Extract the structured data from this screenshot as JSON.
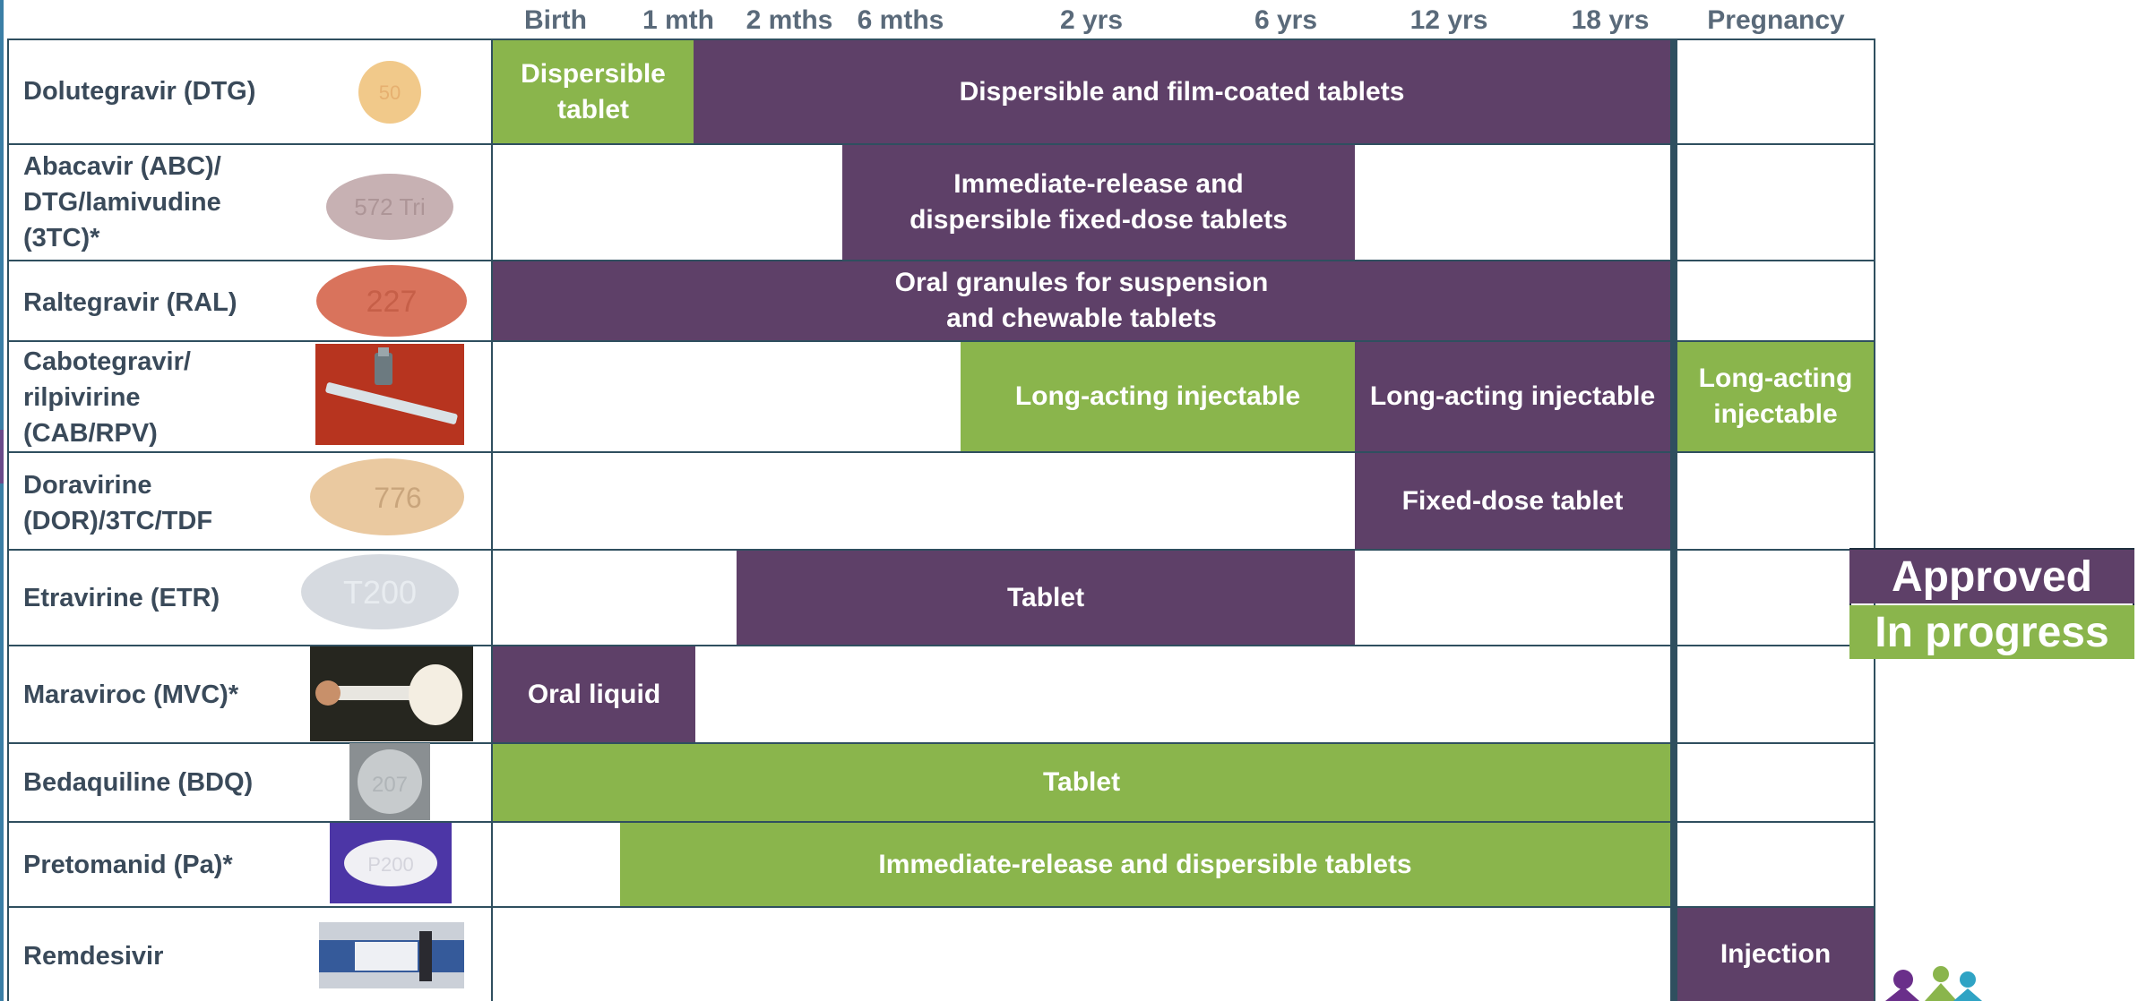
{
  "columns": {
    "birth": "Birth",
    "m1": "1 mth",
    "m2": "2 mths",
    "m6": "6 mths",
    "y2": "2 yrs",
    "y6": "6 yrs",
    "y12": "12 yrs",
    "y18": "18 yrs",
    "pregnancy": "Pregnancy"
  },
  "rows": [
    {
      "name": "Dolutegravir (DTG)",
      "image": "yellow-pill-icon",
      "image_text": "50"
    },
    {
      "name": "Abacavir (ABC)/\nDTG/lamivudine\n(3TC)*",
      "image": "pink-oval-pill-icon",
      "image_text": "572 Tri"
    },
    {
      "name": "Raltegravir (RAL)",
      "image": "orange-oval-pill-icon",
      "image_text": "227"
    },
    {
      "name": "Cabotegravir/\nrilpivirine\n(CAB/RPV)",
      "image": "syringe-photo"
    },
    {
      "name": "Doravirine\n(DOR)/3TC/TDF",
      "image": "tan-oval-pill-icon",
      "image_text": "776"
    },
    {
      "name": "Etravirine (ETR)",
      "image": "white-oval-pill-icon",
      "image_text": "T200"
    },
    {
      "name": "Maraviroc (MVC)*",
      "image": "oral-syringe-photo"
    },
    {
      "name": "Bedaquiline (BDQ)",
      "image": "grey-round-pill-icon",
      "image_text": "207"
    },
    {
      "name": "Pretomanid (Pa)*",
      "image": "white-pill-on-purple-icon",
      "image_text": "P200"
    },
    {
      "name": "Remdesivir",
      "image": "vial-photo"
    }
  ],
  "bars": {
    "dtg_1": "Dispersible\ntablet",
    "dtg_2": "Dispersible and film-coated tablets",
    "abc_1": "Immediate-release and\ndispersible fixed-dose tablets",
    "ral_1": "Oral granules for suspension\nand chewable tablets",
    "cab_1": "Long-acting injectable",
    "cab_2": "Long-acting injectable",
    "cab_3": "Long-acting\ninjectable",
    "dor_1": "Fixed-dose tablet",
    "etr_1": "Tablet",
    "mvc_1": "Oral liquid",
    "bdq_1": "Tablet",
    "pa_1": "Immediate-release and dispersible tablets",
    "rem_1": "Injection"
  },
  "legend": {
    "approved": "Approved",
    "in_progress": "In progress"
  },
  "colors": {
    "approved": "#5e4068",
    "in_progress": "#8ab54c",
    "grid": "#2f4f5f",
    "text": "#3a4a5a"
  }
}
